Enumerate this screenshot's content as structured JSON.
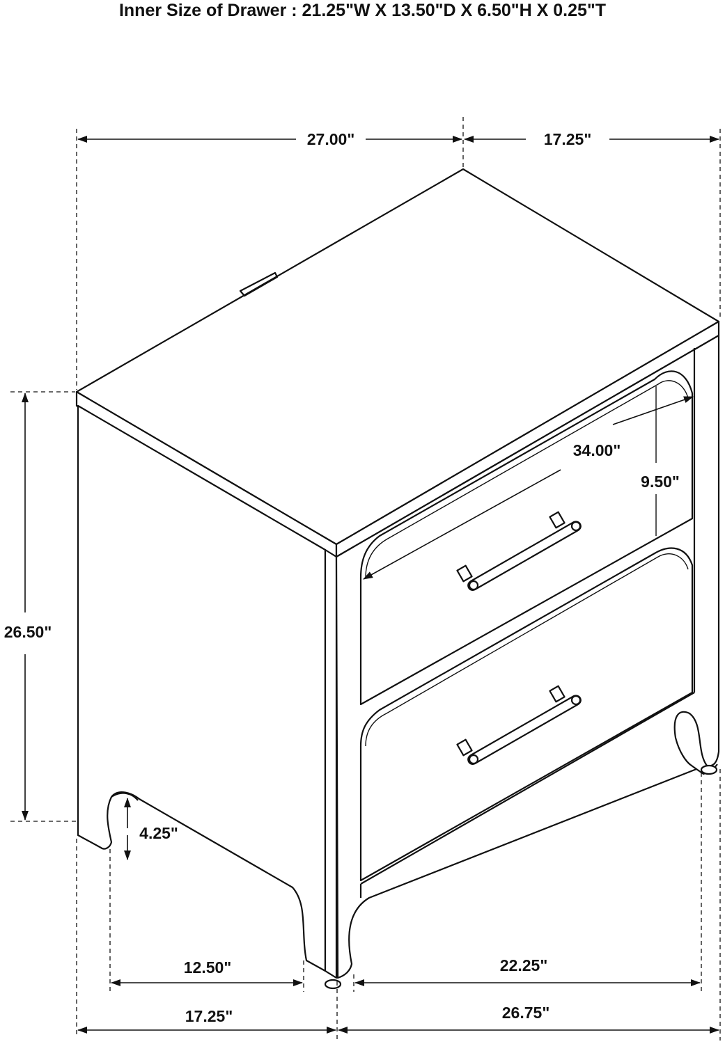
{
  "header": {
    "title": "Inner Size of Drawer : 21.25\"W X 13.50\"D X 6.50\"H X 0.25\"T"
  },
  "dimensions": {
    "top_width": "27.00\"",
    "top_depth": "17.25\"",
    "overall_height": "26.50\"",
    "diagonal": "34.00\"",
    "drawer_height": "9.50\"",
    "leg_height": "4.25\"",
    "side_inner": "12.50\"",
    "front_inner": "22.25\"",
    "bottom_depth": "17.25\"",
    "bottom_width": "26.75\""
  }
}
